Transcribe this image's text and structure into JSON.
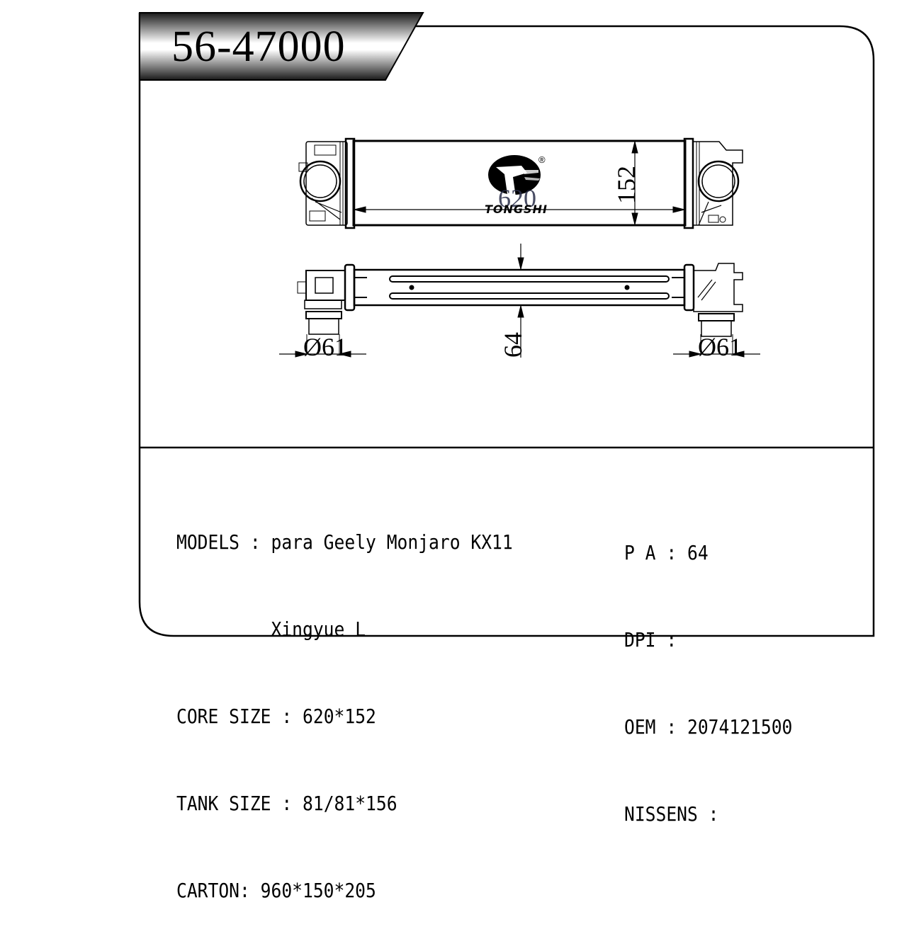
{
  "header": {
    "part_number": "56-47000"
  },
  "drawing": {
    "brand": "TONGSHI",
    "registered_mark": "®",
    "dimensions": {
      "core_length": "620",
      "core_height": "152",
      "core_thickness": "64",
      "inlet_diameter_left": "Ø61",
      "outlet_diameter_right": "Ø61"
    }
  },
  "specs_left": [
    {
      "label": "MODELS : ",
      "value": "para Geely Monjaro KX11"
    },
    {
      "label": "         ",
      "value": "Xingyue L"
    },
    {
      "label": "CORE SIZE : ",
      "value": "620*152"
    },
    {
      "label": "TANK SIZE : ",
      "value": "81/81*156"
    },
    {
      "label": "CARTON: ",
      "value": "960*150*205"
    }
  ],
  "specs_right": [
    {
      "label": "P A : ",
      "value": "64"
    },
    {
      "label": "DPI : ",
      "value": ""
    },
    {
      "label": "OEM : ",
      "value": "2074121500"
    },
    {
      "label": "NISSENS : ",
      "value": ""
    }
  ],
  "colors": {
    "line": "#000000",
    "background": "#ffffff",
    "dimension_text": "#2a2e4a"
  }
}
